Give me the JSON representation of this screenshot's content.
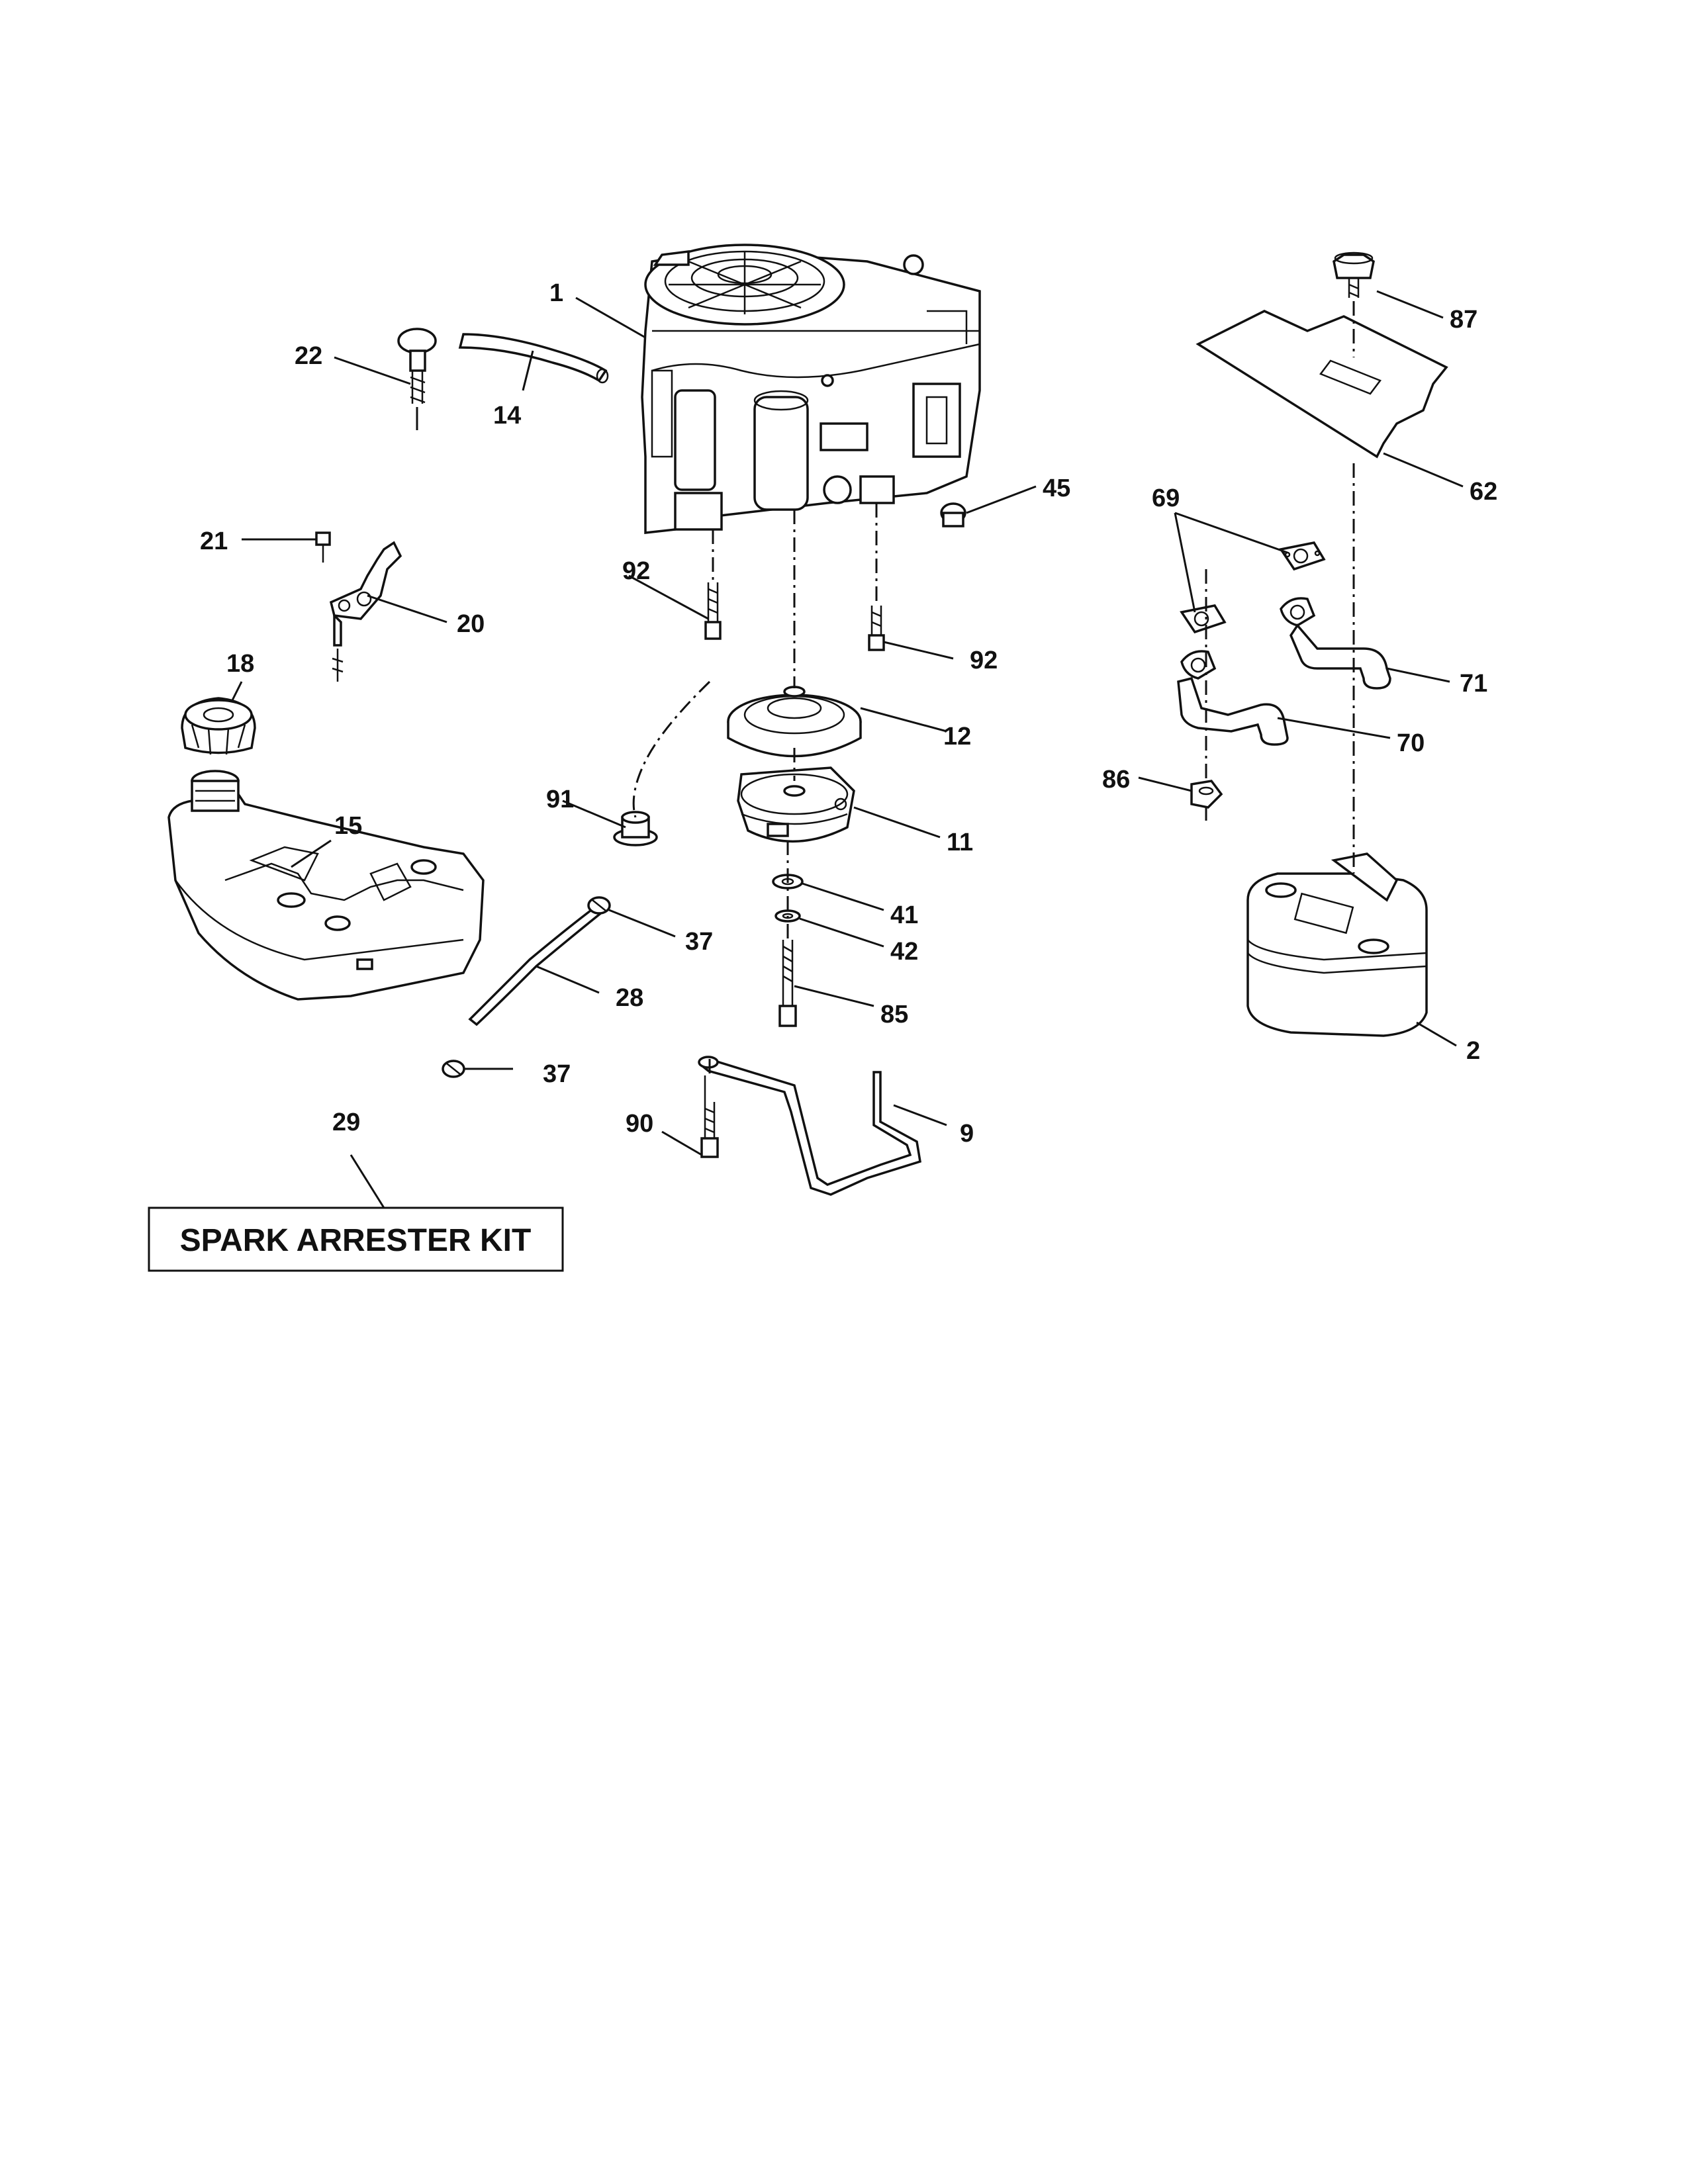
{
  "callouts": [
    "1",
    "2",
    "9",
    "11",
    "12",
    "14",
    "15",
    "18",
    "20",
    "21",
    "22",
    "28",
    "29",
    "37",
    "41",
    "42",
    "45",
    "62",
    "69",
    "70",
    "71",
    "85",
    "86",
    "87",
    "90",
    "91",
    "92"
  ],
  "kit_label": "SPARK ARRESTER KIT"
}
